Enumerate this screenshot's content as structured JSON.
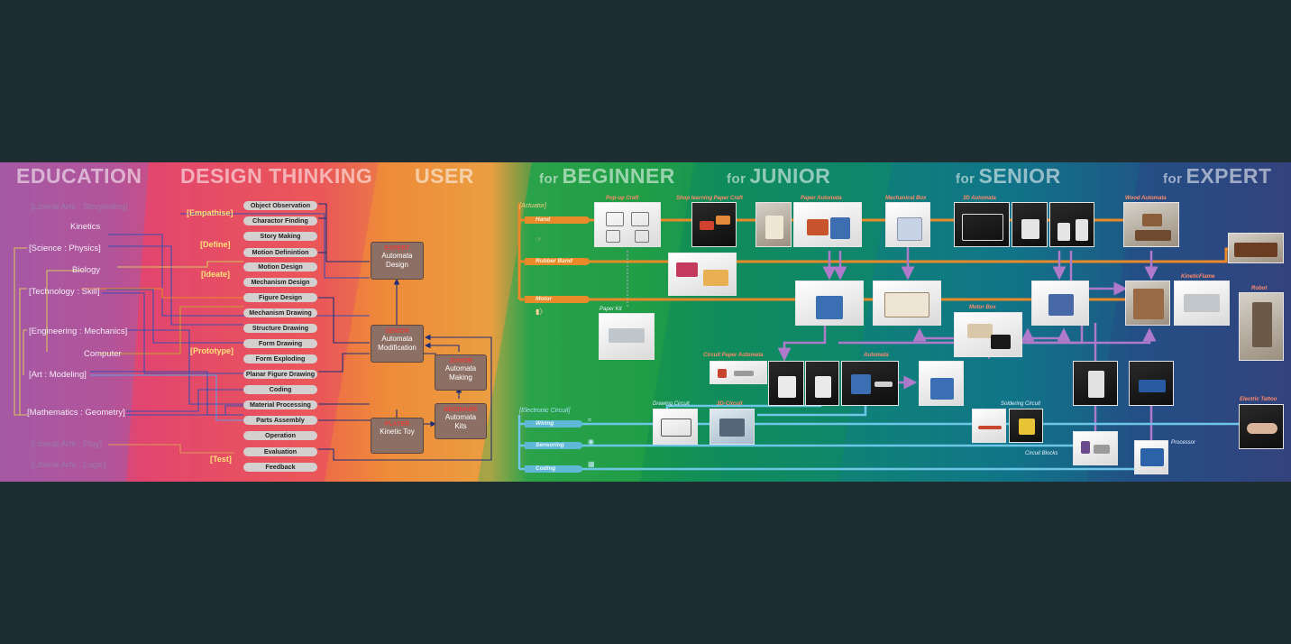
{
  "columns": [
    {
      "label": "EDUCATION",
      "prefix": ""
    },
    {
      "label": "DESIGN THINKING",
      "prefix": ""
    },
    {
      "label": "USER",
      "prefix": ""
    },
    {
      "label": "BEGINNER",
      "prefix": "for"
    },
    {
      "label": "JUNIOR",
      "prefix": "for"
    },
    {
      "label": "SENIOR",
      "prefix": "for"
    },
    {
      "label": "EXPERT",
      "prefix": "for"
    }
  ],
  "education": {
    "items": [
      "Kinetics",
      "[Science : Physics]",
      "Biology",
      "[Technology : Skill]",
      "[Engineering : Mechanics]",
      "Computer",
      "[Art : Modeling]",
      "[Mathematics : Geometry]"
    ],
    "dim_items": [
      "[Liberal Arts : Storytelling]",
      "[Liberal Arts : Play]",
      "[Liberal Arts : Logic]"
    ]
  },
  "design_thinking": {
    "groups": [
      "[Empathise]",
      "[Define]",
      "[Ideate]",
      "[Prototype]",
      "[Test]"
    ],
    "steps": [
      "Object Observation",
      "Charactor Finding",
      "Story Making",
      "Motion Definintion",
      "Motion Design",
      "Mechanism Design",
      "Figure Design",
      "Mechanism Drawing",
      "Structure Drawing",
      "Form Drawing",
      "Form Exploding",
      "Planar Figure Drawing",
      "Coding",
      "Material Processing",
      "Parts Assembly",
      "Operation",
      "Evaluation",
      "Feedback"
    ]
  },
  "user": {
    "boxes": [
      {
        "level": "EXPERT",
        "name_line1": "Automata",
        "name_line2": "Design"
      },
      {
        "level": "SENIOR",
        "name_line1": "Automata",
        "name_line2": "Modification"
      },
      {
        "level": "JUNIOR",
        "name_line1": "Automata",
        "name_line2": "Making"
      },
      {
        "level": "BEGINNER",
        "name_line1": "Automata",
        "name_line2": "Kits"
      },
      {
        "level": "PLAYER",
        "name_line1": "Kinetic Toy",
        "name_line2": ""
      }
    ]
  },
  "tracks": {
    "actuator": {
      "title": "[Actuator]",
      "lanes": [
        "Hand",
        "Rubber Band",
        "Motor"
      ]
    },
    "electronic": {
      "title": "[Electronic Circuit]",
      "lanes": [
        "Wiring",
        "Sensoring",
        "Coding"
      ]
    }
  },
  "products": {
    "labels": [
      "Pop-up Craft",
      "Shop learning Paper Craft",
      "Paper Automata",
      "Mechanical Box",
      "3D Automata",
      "Wood Automata",
      "Paper Kit",
      "Circuit Paper Automata",
      "Automata",
      "Drawing Circuit",
      "3D-Circuit",
      "Motor Box",
      "Soldering Circuit",
      "Circuit Blocks",
      "Processor",
      "KineticFlame",
      "Robot",
      "Electric Tattoo"
    ]
  },
  "colors": {
    "orange_line": "#e8892a",
    "purple_line": "#b07acb",
    "blue_line": "#6ec6e6",
    "education_bg": "#a457a6",
    "design_bg": "#e6436f",
    "user_bg": "#e9893a",
    "beginner_bg": "#2e9e3e",
    "junior_bg": "#118a5e",
    "senior_bg": "#0f7a86",
    "expert_bg": "#2d4c84"
  }
}
